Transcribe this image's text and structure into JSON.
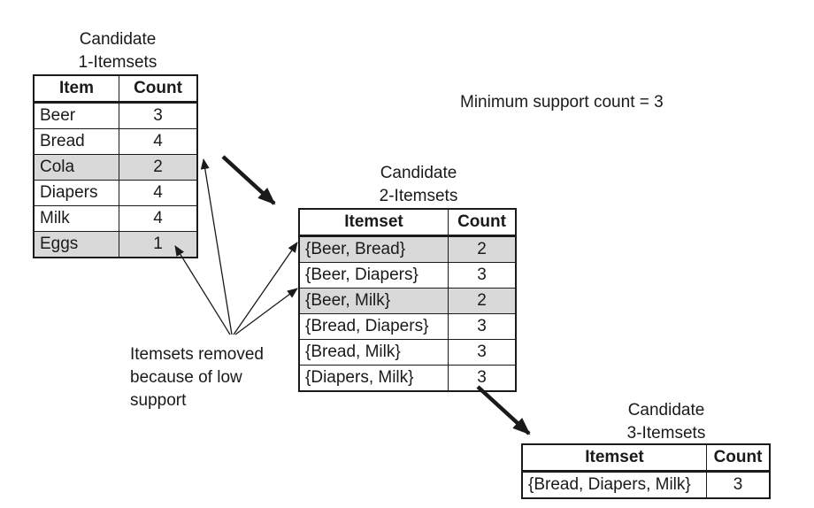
{
  "min_support": "Minimum support count = 3",
  "table1": {
    "title_line1": "Candidate",
    "title_line2": "1-Itemsets",
    "header_item": "Item",
    "header_count": "Count",
    "rows": [
      {
        "item": "Beer",
        "count": "3"
      },
      {
        "item": "Bread",
        "count": "4"
      },
      {
        "item": "Cola",
        "count": "2"
      },
      {
        "item": "Diapers",
        "count": "4"
      },
      {
        "item": "Milk",
        "count": "4"
      },
      {
        "item": "Eggs",
        "count": "1"
      }
    ]
  },
  "table2": {
    "title_line1": "Candidate",
    "title_line2": "2-Itemsets",
    "header_item": "Itemset",
    "header_count": "Count",
    "rows": [
      {
        "item": "{Beer, Bread}",
        "count": "2"
      },
      {
        "item": "{Beer, Diapers}",
        "count": "3"
      },
      {
        "item": "{Beer, Milk}",
        "count": "2"
      },
      {
        "item": "{Bread, Diapers}",
        "count": "3"
      },
      {
        "item": "{Bread, Milk}",
        "count": "3"
      },
      {
        "item": "{Diapers, Milk}",
        "count": "3"
      }
    ]
  },
  "table3": {
    "title_line1": "Candidate",
    "title_line2": "3-Itemsets",
    "header_item": "Itemset",
    "header_count": "Count",
    "rows": [
      {
        "item": "{Bread, Diapers, Milk}",
        "count": "3"
      }
    ]
  },
  "removed_note": {
    "line1": "Itemsets removed",
    "line2": "because of low",
    "line3": "support"
  },
  "colors": {
    "removed_row": "#d9d9d9",
    "ink": "#1a1a1a"
  }
}
